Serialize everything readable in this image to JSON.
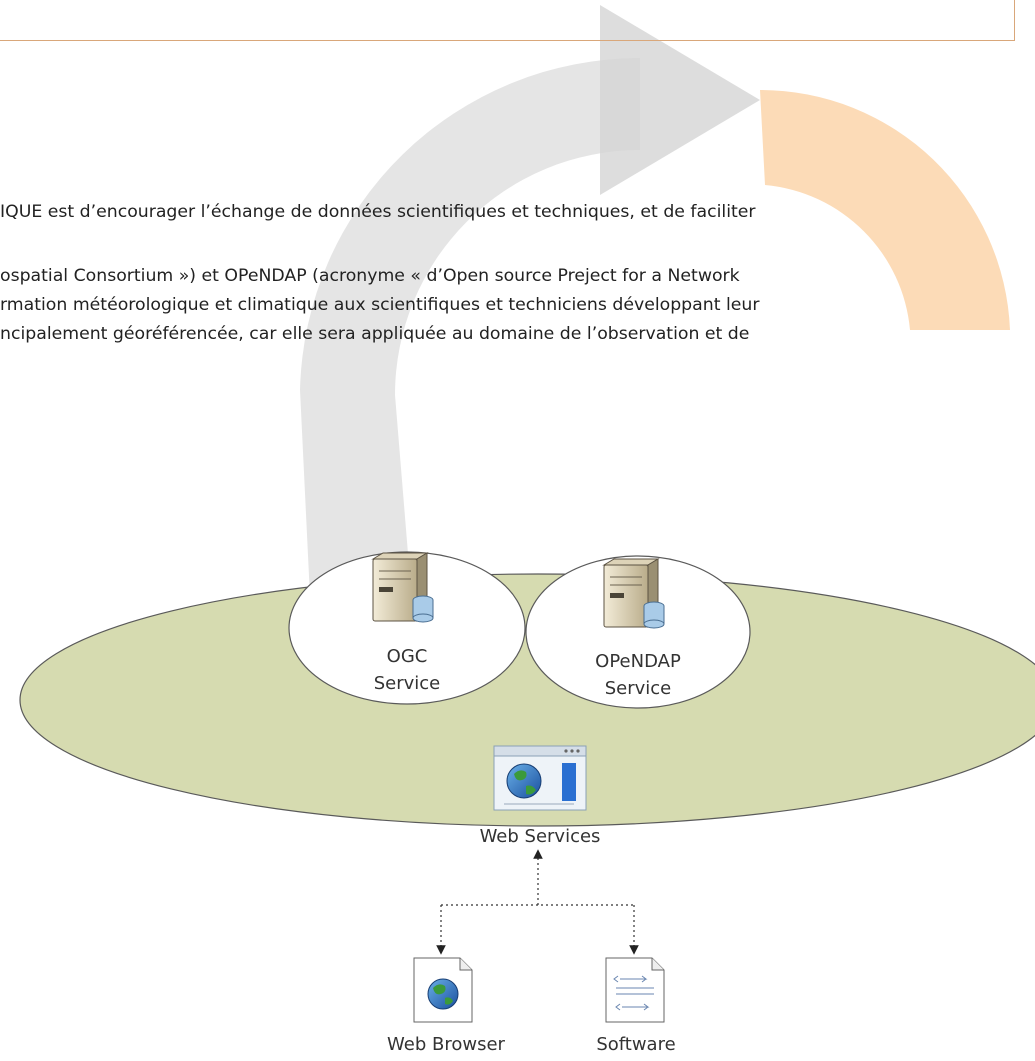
{
  "paragraphs": {
    "p1_line1": "IQUE est d’encourager l’échange de données scientifiques et techniques, et de faciliter",
    "p2_line1": "ospatial Consortium ») et OPeNDAP (acronyme « d’Open source Preject for a Network",
    "p2_line2": "rmation météorologique et climatique aux scientifiques et techniciens développant leur",
    "p2_line3": "ncipalement géoréférencée, car elle sera appliquée au domaine de l’observation et de"
  },
  "diagram": {
    "ogc_service": {
      "line1": "OGC",
      "line2": "Service",
      "icon": "server-database-icon"
    },
    "opendap_service": {
      "line1": "OPeNDAP",
      "line2": "Service",
      "icon": "server-database-icon"
    },
    "web_services": {
      "label": "Web Services",
      "icon": "web-browser-window-icon"
    },
    "web_browser": {
      "label": "Web Browser",
      "icon": "globe-document-icon"
    },
    "software": {
      "label": "Software",
      "icon": "code-document-icon"
    }
  },
  "colors": {
    "ellipse_fill": "#d6dbb0",
    "service_circle_fill": "#ffffff",
    "watermark_gray": "#d9d9d9",
    "watermark_orange": "#fbd1a7",
    "header_border": "#d9a77a"
  }
}
